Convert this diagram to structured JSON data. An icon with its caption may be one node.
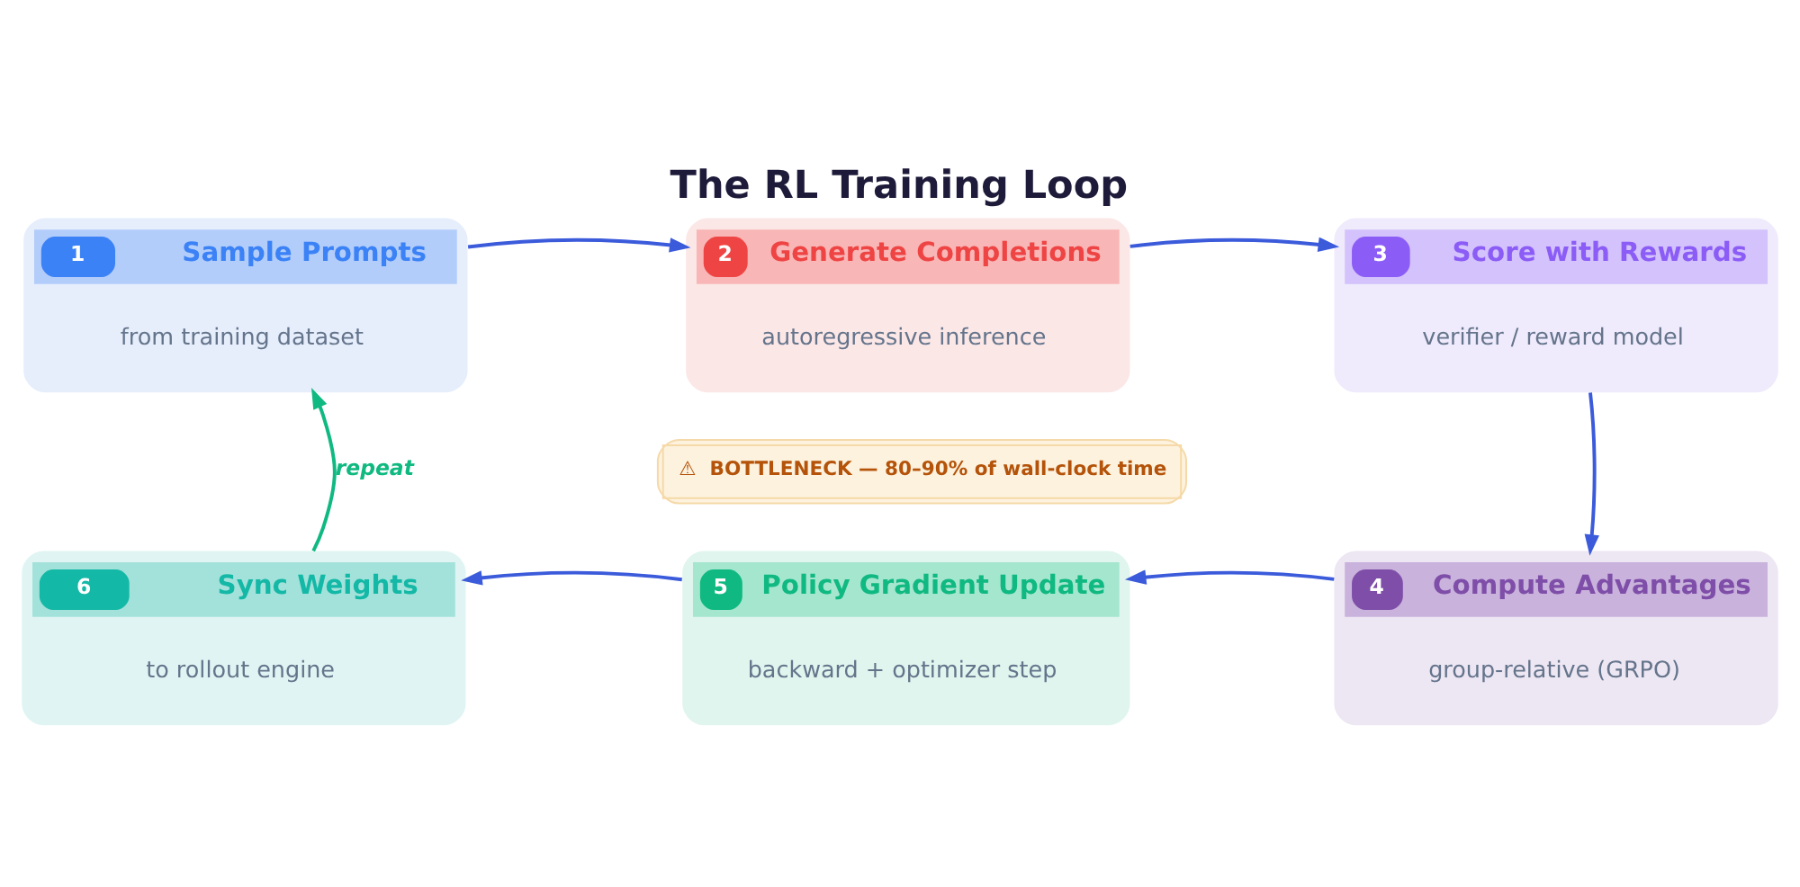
{
  "diagram": {
    "title": "The RL Training Loop",
    "nodes": [
      {
        "text": [
          "1",
          "Sample Prompts",
          "from training dataset"
        ]
      },
      {
        "text": [
          "2",
          "Generate Completions",
          "autoregressive inference"
        ]
      },
      {
        "text": [
          "3",
          "Score with Rewards",
          "verifier / reward model"
        ]
      },
      {
        "text": [
          "4",
          "Compute Advantages",
          "group-relative (GRPO)"
        ]
      },
      {
        "text": [
          "5",
          "Policy Gradient Update",
          "backward + optimizer step"
        ]
      },
      {
        "text": [
          "6",
          "Sync Weights",
          "to rollout engine"
        ]
      },
      {
        "text": [
          "⚠  BOTTLENECK — 80–90% of wall-clock time"
        ]
      }
    ],
    "edges": [
      {
        "from": 0,
        "to": 1,
        "arrow": "to"
      },
      {
        "from": 1,
        "to": 2,
        "arrow": "to"
      },
      {
        "from": 2,
        "to": 3,
        "arrow": "to"
      },
      {
        "from": 3,
        "to": 4,
        "arrow": "to"
      },
      {
        "from": 4,
        "to": 5,
        "arrow": "to"
      },
      {
        "from": 5,
        "to": 0,
        "arrow": "to",
        "label": "repeat",
        "color": "#10b981"
      }
    ]
  }
}
